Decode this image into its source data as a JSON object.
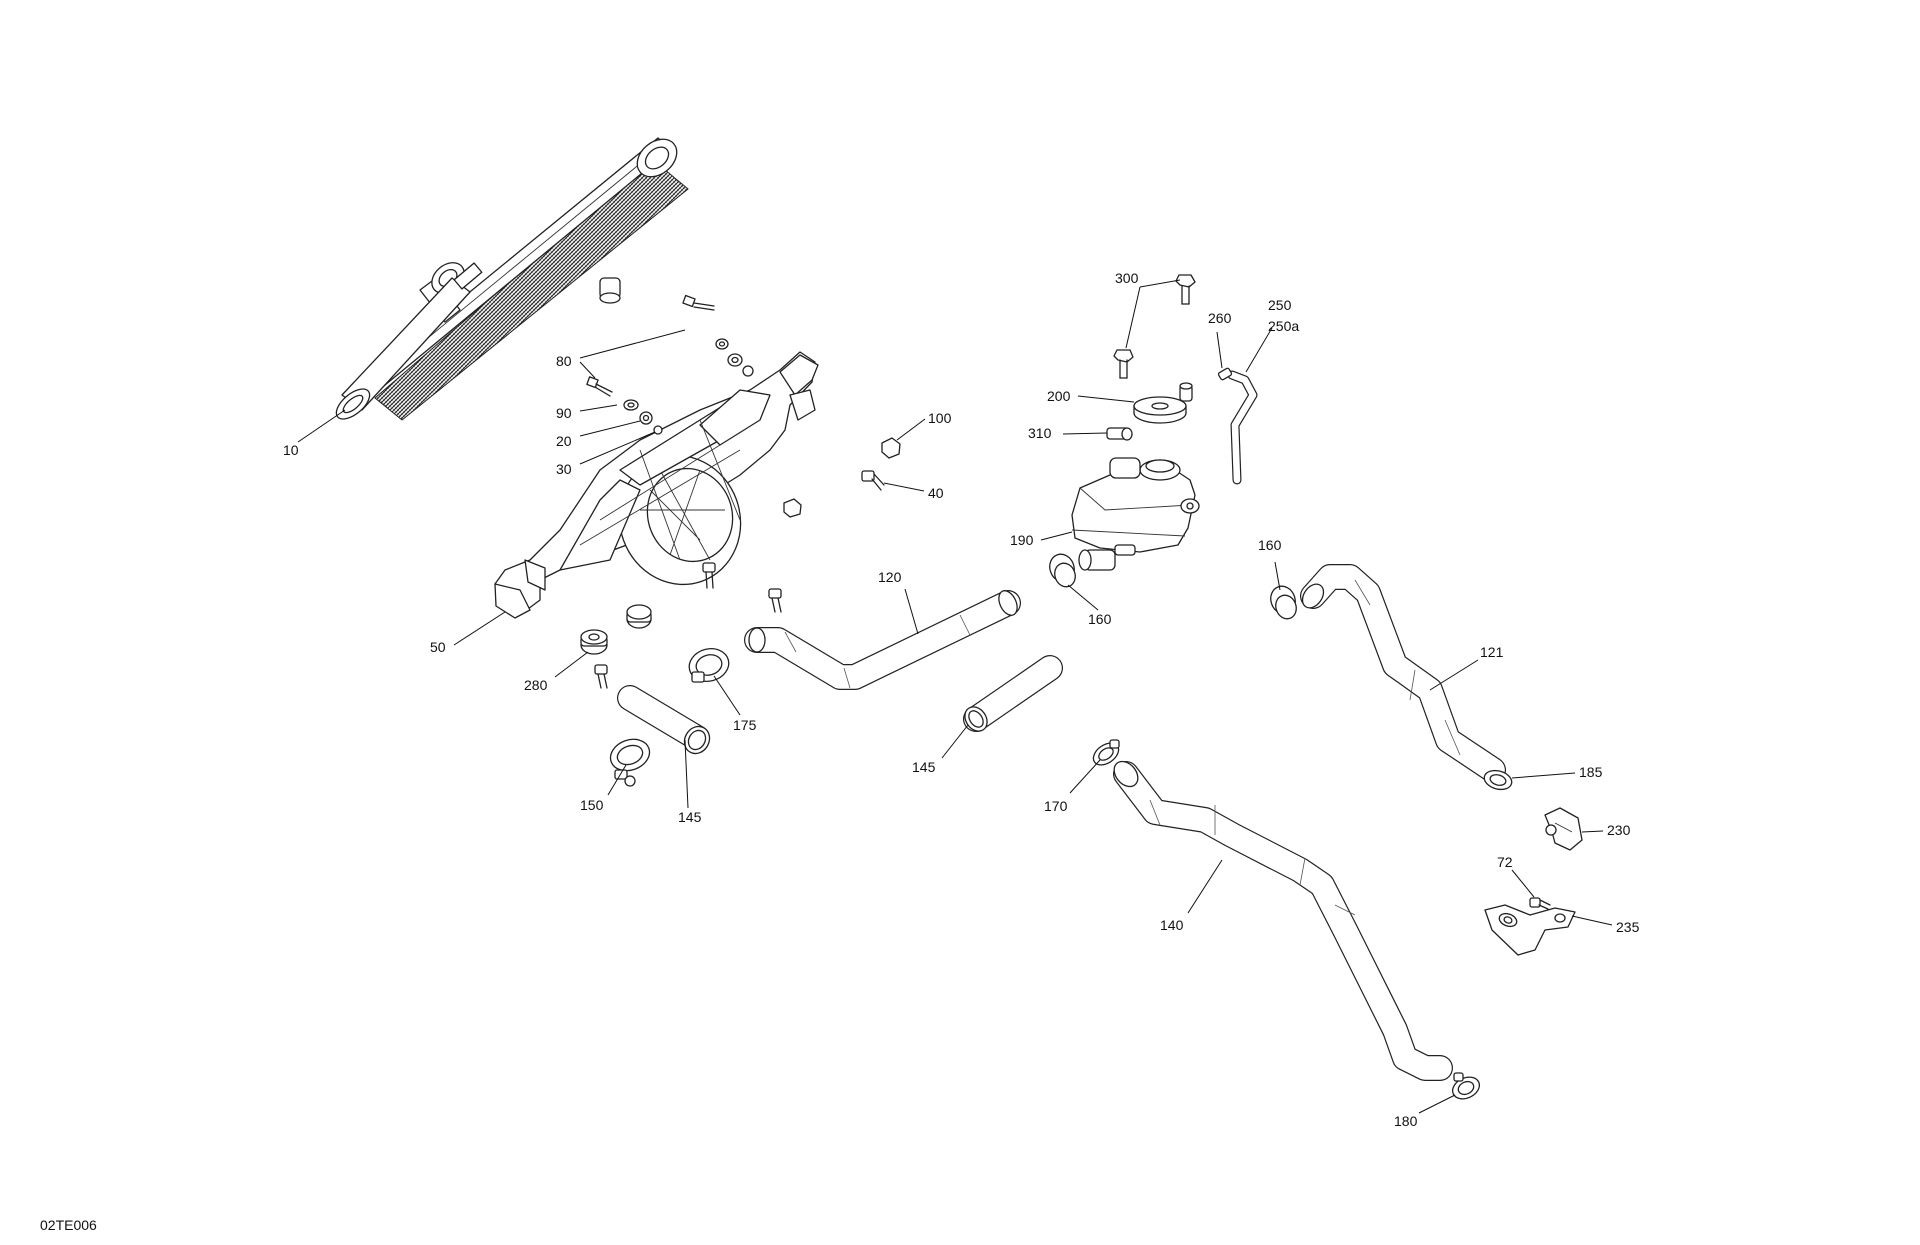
{
  "diagram_code": "02TE006",
  "callouts": [
    {
      "id": "c10",
      "label": "10"
    },
    {
      "id": "c80",
      "label": "80"
    },
    {
      "id": "c90",
      "label": "90"
    },
    {
      "id": "c20",
      "label": "20"
    },
    {
      "id": "c30",
      "label": "30"
    },
    {
      "id": "c100",
      "label": "100"
    },
    {
      "id": "c40",
      "label": "40"
    },
    {
      "id": "c50",
      "label": "50"
    },
    {
      "id": "c280",
      "label": "280"
    },
    {
      "id": "c175",
      "label": "175"
    },
    {
      "id": "c150",
      "label": "150"
    },
    {
      "id": "c145a",
      "label": "145"
    },
    {
      "id": "c120",
      "label": "120"
    },
    {
      "id": "c145b",
      "label": "145"
    },
    {
      "id": "c300",
      "label": "300"
    },
    {
      "id": "c260",
      "label": "260"
    },
    {
      "id": "c250",
      "label": "250"
    },
    {
      "id": "c250a",
      "label": "250a"
    },
    {
      "id": "c200",
      "label": "200"
    },
    {
      "id": "c310",
      "label": "310"
    },
    {
      "id": "c190",
      "label": "190"
    },
    {
      "id": "c160a",
      "label": "160"
    },
    {
      "id": "c160b",
      "label": "160"
    },
    {
      "id": "c121",
      "label": "121"
    },
    {
      "id": "c185",
      "label": "185"
    },
    {
      "id": "c230",
      "label": "230"
    },
    {
      "id": "c72",
      "label": "72"
    },
    {
      "id": "c235",
      "label": "235"
    },
    {
      "id": "c170",
      "label": "170"
    },
    {
      "id": "c140",
      "label": "140"
    },
    {
      "id": "c180",
      "label": "180"
    }
  ]
}
